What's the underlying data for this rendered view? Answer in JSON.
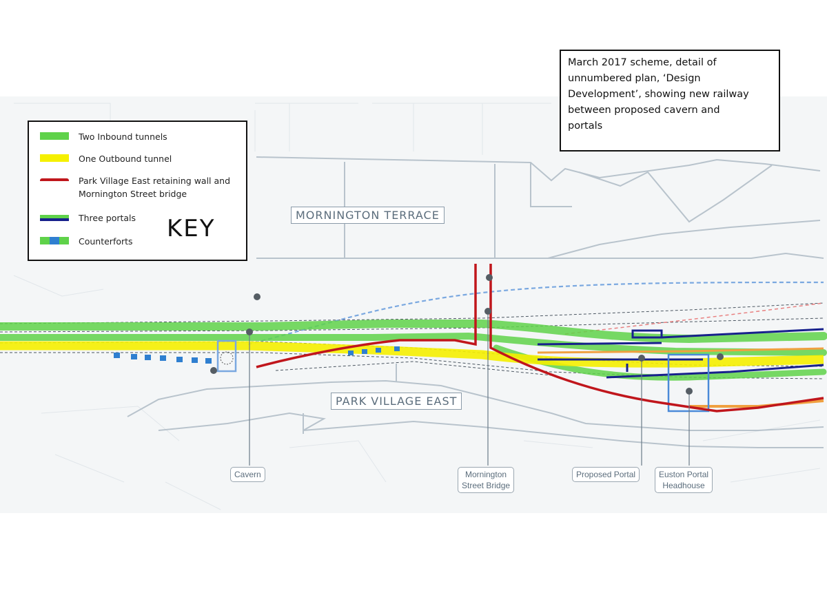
{
  "note": {
    "lines": [
      "March 2017 scheme, detail of",
      "unnumbered plan, ‘Design",
      "Development’, showing new railway",
      "between proposed cavern and",
      "portals"
    ]
  },
  "key": {
    "heading": "KEY",
    "items": [
      {
        "label": "Two Inbound tunnels",
        "color": "#5fd24a"
      },
      {
        "label": "One Outbound tunnel",
        "color": "#f5f000"
      },
      {
        "label": "Park Village East retaining wall and Mornington Street bridge",
        "color": "#c0161c"
      },
      {
        "label": "Three portals",
        "color": "#17208c"
      },
      {
        "label": "Counterforts",
        "color": "#2f7fd0"
      }
    ]
  },
  "streets": {
    "north": "MORNINGTON TERRACE",
    "south": "PARK VILLAGE EAST"
  },
  "callouts": {
    "cavern": "Cavern",
    "bridge": [
      "Mornington",
      "Street Bridge"
    ],
    "proposed_portal": "Proposed Portal",
    "euston": [
      "Euston Portal",
      "Headhouse"
    ]
  },
  "colors": {
    "inbound": "#5fd24a",
    "outbound": "#f5f000",
    "wall": "#c0161c",
    "portals": "#17208c",
    "counterforts": "#2f7fd0",
    "orange": "#f0a040",
    "basemap": "#b8c3cc"
  }
}
